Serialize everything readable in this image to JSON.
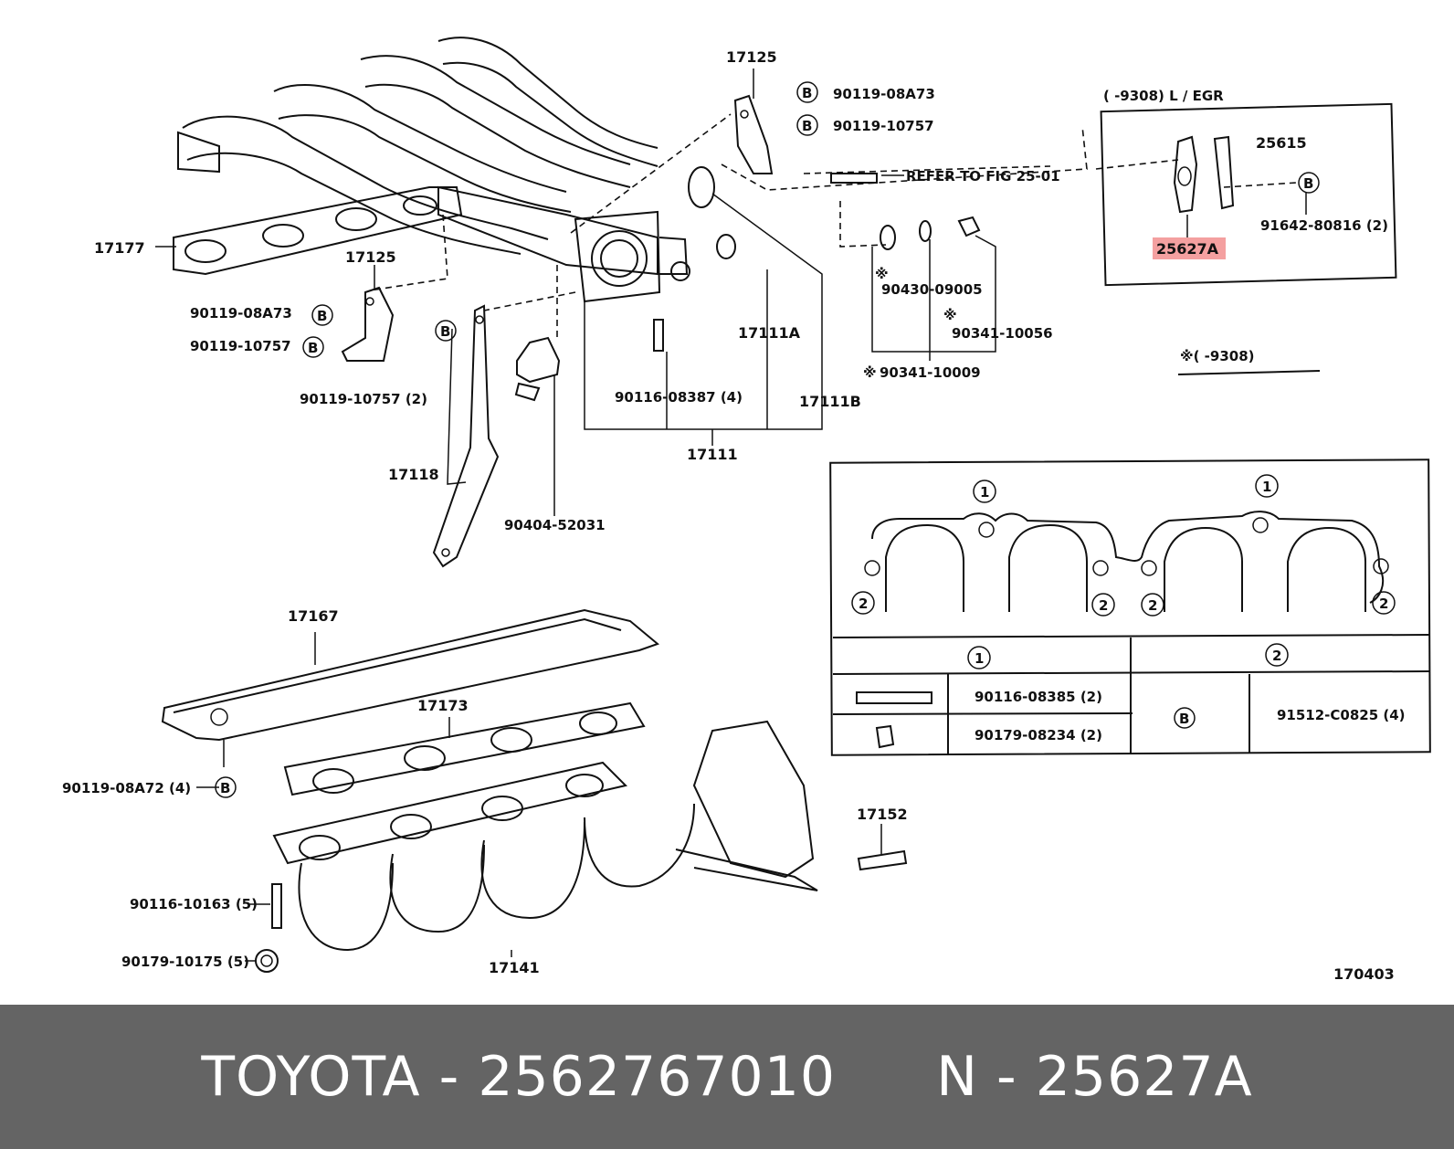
{
  "labels": {
    "l17125a": "17125",
    "l0119_08A73a": "90119-08A73",
    "l0119_10757a": "90119-10757",
    "l17125b": "17125",
    "l0119_08A73b": "90119-08A73",
    "l0119_10757b": "90119-10757",
    "l0119_10757_2": "90119-10757 (2)",
    "l17177": "17177",
    "lrefer": "REFER TO FIG 25-01",
    "l90430": "90430-09005",
    "l90341_10056": "90341-10056",
    "l90341_10009": "90341-10009",
    "l17111A": "17111A",
    "l17111B": "17111B",
    "l17111": "17111",
    "l90116_08387": "90116-08387 (4)",
    "l17118": "17118",
    "l90404": "90404-52031",
    "l17167": "17167",
    "l17173": "17173",
    "l90119_08A72": "90119-08A72 (4)",
    "l90116_10163": "90116-10163 (5)",
    "l90179_10175": "90179-10175 (5)",
    "l17141": "17141",
    "l17152": "17152",
    "legend_top": "( -9308) L / EGR",
    "l25615": "25615",
    "l25627A": "25627A",
    "l91642": "91642-80816 (2)",
    "note_mark": "※( -9308)",
    "fig_num": "170403"
  },
  "symbols": {
    "b": "B",
    "one": "1",
    "two": "2",
    "star": "※"
  },
  "table": {
    "col1_header": "1",
    "col2_header": "2",
    "row1_part": "90116-08385 (2)",
    "row2_part": "90179-08234 (2)",
    "col2_part": "91512-C0825 (4)"
  },
  "footer": {
    "brand_part": "TOYOTA - 2562767010",
    "ref": "N - 25627A"
  },
  "colors": {
    "highlight": "#f4a0a0",
    "footer_bg": "#646464"
  }
}
